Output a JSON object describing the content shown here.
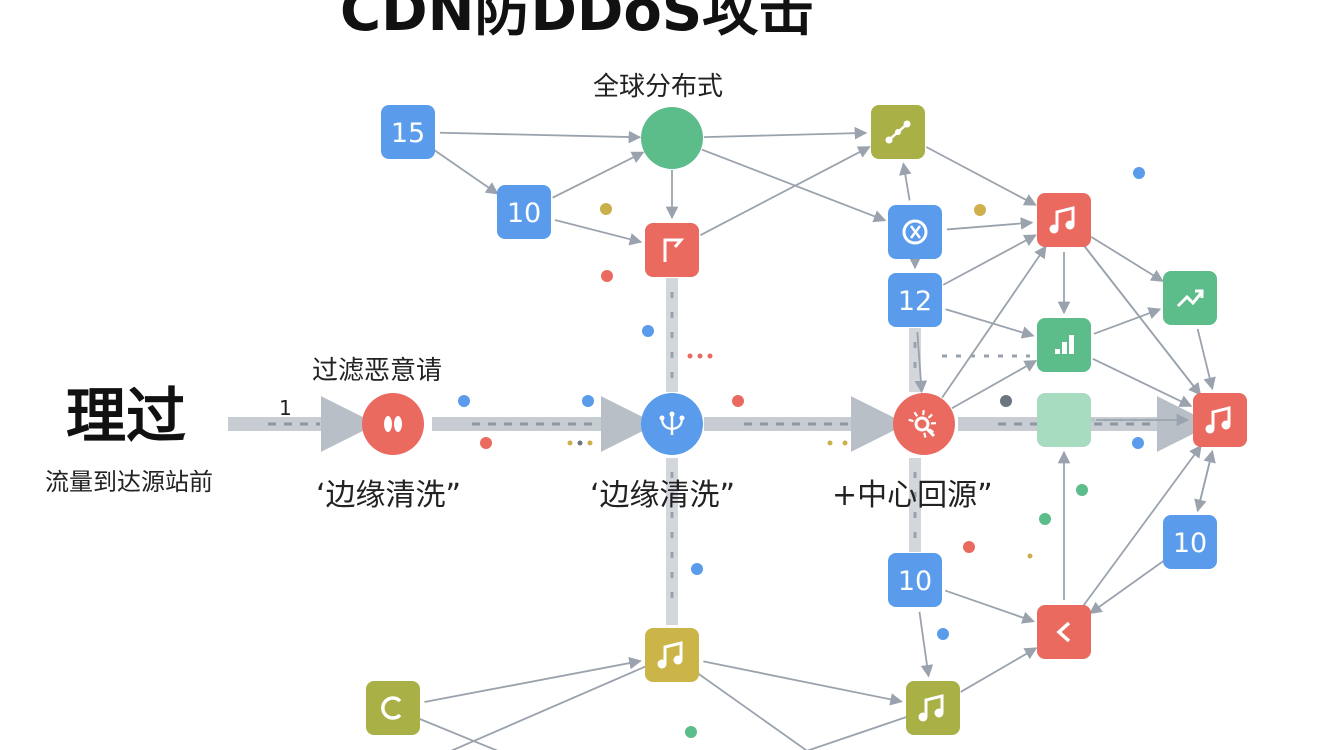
{
  "title": "CDN防DDoS攻击",
  "left": {
    "main": "理过",
    "sub": "流量到达源站前",
    "edge_num": "1"
  },
  "labels": {
    "global": "全球分布式",
    "filter": "过滤恶意请",
    "stage1": "‘边缘清洗”",
    "stage2": "‘边缘清洗”",
    "stage3": "+中心回源”"
  },
  "colors": {
    "blue": "#5a9ceb",
    "red": "#ea6a60",
    "green": "#5cbc8a",
    "olive": "#a8b046",
    "yellow": "#ccb548",
    "mint": "#a8dcc0",
    "arrow": "#9aa3ad",
    "band": "#c8cdd3"
  },
  "nodes": [
    {
      "id": "n15",
      "kind": "sq",
      "color": "blue",
      "text": "15"
    },
    {
      "id": "n10a",
      "kind": "sq",
      "color": "blue",
      "text": "10"
    },
    {
      "id": "globe",
      "kind": "circle",
      "color": "green",
      "icon": "filled-circle"
    },
    {
      "id": "n_share",
      "kind": "sq",
      "color": "olive",
      "icon": "share-icon"
    },
    {
      "id": "n_flag",
      "kind": "sq",
      "color": "red",
      "icon": "flag-icon"
    },
    {
      "id": "n_spin",
      "kind": "sq",
      "color": "blue",
      "icon": "spinner-icon"
    },
    {
      "id": "n_music1",
      "kind": "sq",
      "color": "red",
      "icon": "music-icon"
    },
    {
      "id": "n_trend",
      "kind": "sq",
      "color": "green",
      "icon": "trend-up-icon"
    },
    {
      "id": "n12",
      "kind": "sq",
      "color": "blue",
      "text": "12"
    },
    {
      "id": "n_bars",
      "kind": "sq",
      "color": "green",
      "icon": "bar-chart-icon"
    },
    {
      "id": "n_mint",
      "kind": "sq",
      "color": "mint",
      "icon": "blank-icon"
    },
    {
      "id": "n_music2",
      "kind": "sq",
      "color": "red",
      "icon": "music-icon"
    },
    {
      "id": "n10b",
      "kind": "sq",
      "color": "blue",
      "text": "10"
    },
    {
      "id": "n10c",
      "kind": "sq",
      "color": "blue",
      "text": "10"
    },
    {
      "id": "n_back",
      "kind": "sq",
      "color": "red",
      "icon": "chevron-left-icon"
    },
    {
      "id": "n_music3",
      "kind": "sq",
      "color": "yellow",
      "icon": "music-icon"
    },
    {
      "id": "n_c",
      "kind": "sq",
      "color": "olive",
      "icon": "refresh-icon"
    },
    {
      "id": "n_music4",
      "kind": "sq",
      "color": "olive",
      "icon": "music-icon"
    },
    {
      "id": "c_filter",
      "kind": "circle",
      "color": "red",
      "icon": "footprints-icon"
    },
    {
      "id": "c_edge",
      "kind": "circle",
      "color": "blue",
      "icon": "network-icon"
    },
    {
      "id": "c_center",
      "kind": "circle",
      "color": "red",
      "icon": "search-burst-icon"
    }
  ],
  "edges": [
    [
      "n15",
      "globe"
    ],
    [
      "n15",
      "n10a"
    ],
    [
      "n10a",
      "globe"
    ],
    [
      "n10a",
      "n_flag"
    ],
    [
      "globe",
      "n_flag"
    ],
    [
      "globe",
      "n_share"
    ],
    [
      "globe",
      "n_spin"
    ],
    [
      "n_flag",
      "n_share"
    ],
    [
      "n_spin",
      "n_share"
    ],
    [
      "n_share",
      "n_music1"
    ],
    [
      "n_spin",
      "n_music1"
    ],
    [
      "n12",
      "n_music1"
    ],
    [
      "n12",
      "n_bars"
    ],
    [
      "n_music1",
      "n_trend"
    ],
    [
      "n_music1",
      "n_music2"
    ],
    [
      "n_music1",
      "n_bars"
    ],
    [
      "n_bars",
      "n_trend"
    ],
    [
      "n_bars",
      "n_music2"
    ],
    [
      "n_trend",
      "n_music2"
    ],
    [
      "c_center",
      "n_music1"
    ],
    [
      "c_center",
      "n_bars"
    ],
    [
      "n_music2",
      "n10b"
    ],
    [
      "n10b",
      "n_music2"
    ],
    [
      "n10b",
      "n_back"
    ],
    [
      "n_back",
      "n_music2"
    ],
    [
      "n_back",
      "n_mint"
    ],
    [
      "n10c",
      "n_back"
    ],
    [
      "n_music4",
      "n_back"
    ],
    [
      "n10c",
      "n_music4"
    ],
    [
      "n_music3",
      "n_music4"
    ],
    [
      "n_c",
      "n_music3"
    ],
    [
      "n_spin",
      "n12"
    ],
    [
      "n12",
      "c_center"
    ],
    [
      "n_mint",
      "n_music2"
    ],
    [
      "n_music1",
      "n_music2"
    ]
  ]
}
